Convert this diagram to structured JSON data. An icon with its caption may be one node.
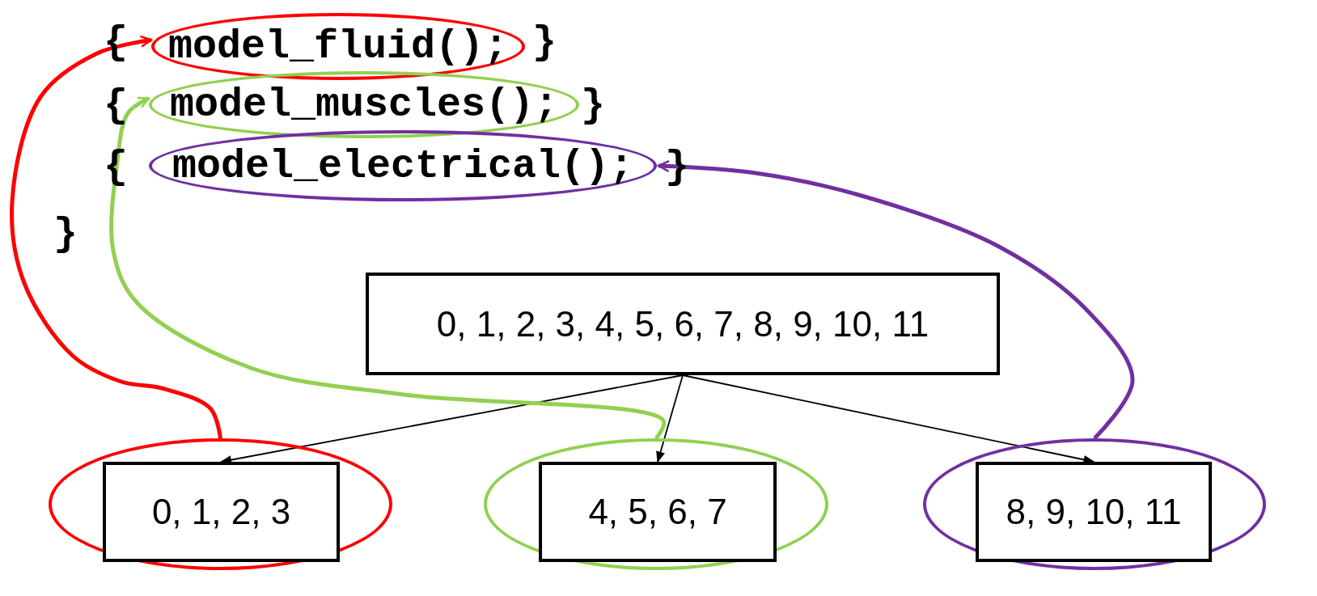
{
  "diagram": {
    "nodes": [
      {
        "text": [
          "model_fluid();"
        ]
      },
      {
        "text": [
          "model_muscles();"
        ]
      },
      {
        "text": [
          "model_electrical();"
        ]
      },
      {
        "text": [
          "0, 1, 2, 3, 4, 5, 6, 7, 8, 9, 10, 11"
        ]
      },
      {
        "text": [],
        "shape": "circle"
      },
      {
        "text": [
          "0, 1, 2, 3"
        ],
        "in": 4
      },
      {
        "text": [],
        "shape": "circle"
      },
      {
        "text": [
          "4, 5, 6, 7"
        ],
        "in": 6
      },
      {
        "text": [],
        "shape": "circle"
      },
      {
        "text": [
          "8, 9, 10, 11"
        ],
        "in": 8
      }
    ],
    "edges": [
      {
        "from": 3,
        "to": 5,
        "arrow": "to"
      },
      {
        "from": 3,
        "to": 7,
        "arrow": "to"
      },
      {
        "from": 3,
        "to": 9,
        "arrow": "to"
      },
      {
        "from": 4,
        "to": 0,
        "arrow": "to",
        "style": "thick",
        "color": "#ff0000"
      },
      {
        "from": 6,
        "to": 1,
        "arrow": "to",
        "style": "thick",
        "color": "#92d050"
      },
      {
        "from": 8,
        "to": 2,
        "arrow": "to",
        "style": "thick",
        "color": "#7030a0"
      }
    ],
    "labels": [
      "{",
      "}",
      "{",
      "}",
      "{",
      "}",
      "}"
    ]
  }
}
